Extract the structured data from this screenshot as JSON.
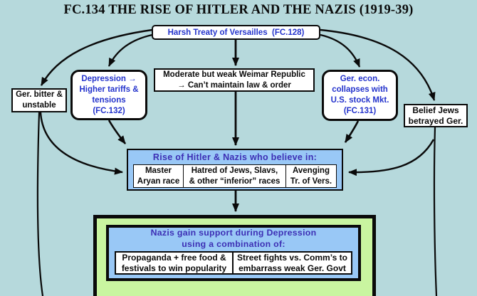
{
  "title": "FC.134 THE RISE OF HITLER AND THE NAZIS (1919-39)",
  "colors": {
    "background": "#b6d9dc",
    "node_fill_white": "#ffffff",
    "node_fill_light_blue": "#99c8f6",
    "node_fill_light_green": "#c9f5a0",
    "border_black": "#0a0a0a",
    "blue_text": "#2433cc",
    "header_indigo_text": "#3c2eb4"
  },
  "nodes": {
    "versailles": {
      "label": "Harsh Treaty of Versailles  (FC.128)"
    },
    "ger_bitter": {
      "lines": [
        "Ger. bitter &",
        "unstable"
      ]
    },
    "depression": {
      "lines": [
        "Depression →",
        "Higher tariffs &",
        "tensions",
        "(FC.132)"
      ]
    },
    "weimar": {
      "lines": [
        "Moderate but weak Weimar Republic",
        "→ Can’t maintain law & order"
      ]
    },
    "econ": {
      "lines": [
        "Ger. econ.",
        "collapses with",
        "U.S. stock Mkt.",
        "(FC.131)"
      ]
    },
    "belief": {
      "lines": [
        "Belief Jews",
        "betrayed Ger."
      ]
    },
    "rise": {
      "header": "Rise of Hitler & Nazis who believe in:",
      "items": [
        {
          "lines": [
            "Master",
            "Aryan race"
          ]
        },
        {
          "lines": [
            "Hatred of Jews, Slavs,",
            "& other “inferior” races"
          ]
        },
        {
          "lines": [
            "Avenging",
            "Tr. of Vers."
          ]
        }
      ]
    },
    "support": {
      "header_lines": [
        "Nazis gain support during Depression",
        "using a combination of:"
      ],
      "items": [
        {
          "lines": [
            "Propaganda + free food &",
            "festivals to win popularity"
          ]
        },
        {
          "lines": [
            "Street fights vs. Comm’s to",
            "embarrass weak Ger. Govt"
          ]
        }
      ]
    }
  }
}
